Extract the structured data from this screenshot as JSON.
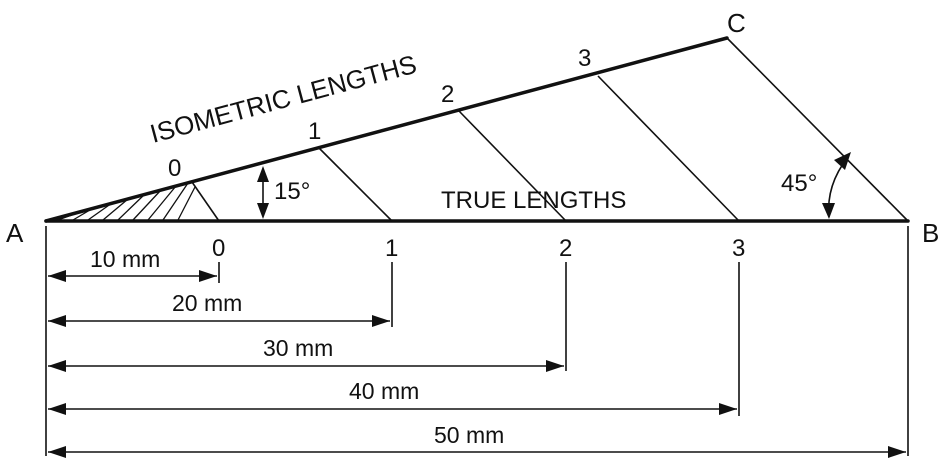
{
  "points": {
    "A": "A",
    "B": "B",
    "C": "C"
  },
  "headings": {
    "isometric": "ISOMETRIC LENGTHS",
    "true": "TRUE LENGTHS"
  },
  "angles": {
    "inclination": "15°",
    "projector": "45°"
  },
  "isometric_marks": [
    "0",
    "1",
    "2",
    "3"
  ],
  "true_marks": [
    "0",
    "1",
    "2",
    "3"
  ],
  "dimensions": [
    "10 mm",
    "20 mm",
    "30 mm",
    "40 mm",
    "50 mm"
  ]
}
